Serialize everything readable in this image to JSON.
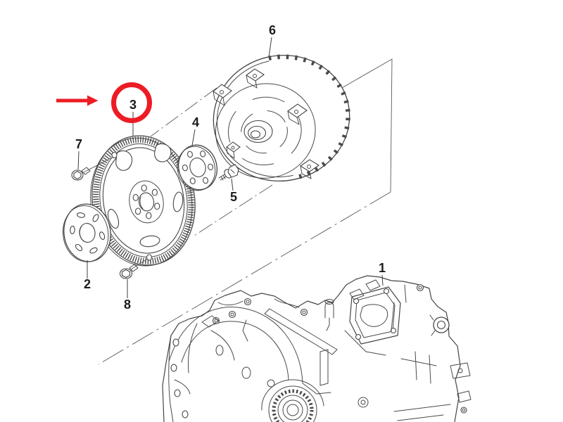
{
  "figure": {
    "type": "exploded-parts-diagram",
    "background_color": "#ffffff",
    "line_color": "#454545",
    "label_color": "#1c1c1c",
    "highlight_color": "#ed1c24",
    "callouts": {
      "c1": "1",
      "c2": "2",
      "c3": "3",
      "c4": "4",
      "c5": "5",
      "c6": "6",
      "c7": "7",
      "c8": "8"
    },
    "annotations": {
      "arrow": "red-arrow-pointing-right",
      "highlight_ring": "red-circle-around-part-3"
    }
  }
}
